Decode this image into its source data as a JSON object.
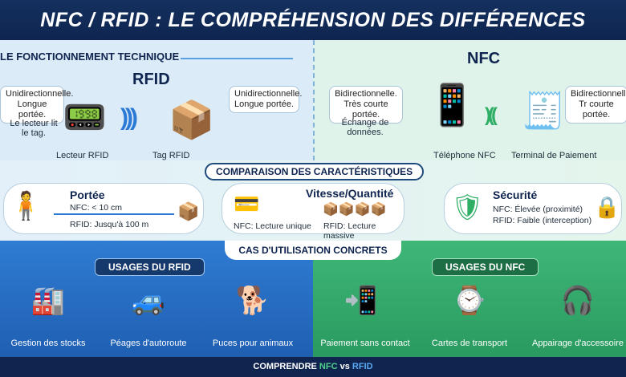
{
  "title": "NFC / RFID : LE COMPRÉHENSION DES DIFFÉRENCES",
  "technical": {
    "heading": "LE FONCTIONNEMENT TECHNIQUE",
    "rfid": {
      "title": "RFID",
      "bubble_left": "Unidirectionnelle. Longue portée.",
      "note": "Le lecteur lit le tag.",
      "bubble_right": "Unidirectionnelle. Longue portée.",
      "reader_label": "Lecteur RFID",
      "tag_label": "Tag RFID"
    },
    "nfc": {
      "title": "NFC",
      "bubble_left": "Bidirectionnelle. Très courte portée.",
      "note": "Échange de données.",
      "bubble_right": "Bidirectionnelle. Tr courte portée.",
      "phone_label": "Téléphone NFC",
      "terminal_label": "Terminal de Paiement"
    }
  },
  "comparison": {
    "heading": "COMPARAISON DES CARACTÉRISTIQUES",
    "range": {
      "title": "Portée",
      "nfc": "NFC: < 10 cm",
      "rfid": "RFID: Jusqu'à 100 m"
    },
    "speed": {
      "title": "Vitesse/Quantité",
      "nfc": "NFC: Lecture unique",
      "rfid": "RFID: Lecture massive"
    },
    "security": {
      "title": "Sécurité",
      "nfc": "NFC: Élevée (proximité)",
      "rfid": "RFID: Faible (interception)"
    }
  },
  "use_cases": {
    "heading": "CAS D'UTILISATION CONCRETS",
    "rfid_heading": "USAGES DU RFID",
    "nfc_heading": "USAGES DU NFC",
    "rfid_items": [
      {
        "label": "Gestion des stocks",
        "icon": "warehouse-icon"
      },
      {
        "label": "Péages d'autoroute",
        "icon": "car-toll-icon"
      },
      {
        "label": "Puces pour animaux",
        "icon": "dog-icon"
      }
    ],
    "nfc_items": [
      {
        "label": "Paiement sans contact",
        "icon": "payment-icon"
      },
      {
        "label": "Cartes de transport",
        "icon": "transport-gate-icon"
      },
      {
        "label": "Appairage d'accessoire",
        "icon": "headphones-icon"
      }
    ]
  },
  "footer": {
    "prefix": "COMPRENDRE",
    "nfc": "NFC",
    "vs": "vs",
    "rfid": "RFID"
  },
  "colors": {
    "navy": "#0f2550",
    "rfid_blue": "#2f7cd3",
    "nfc_green": "#3fb777"
  }
}
